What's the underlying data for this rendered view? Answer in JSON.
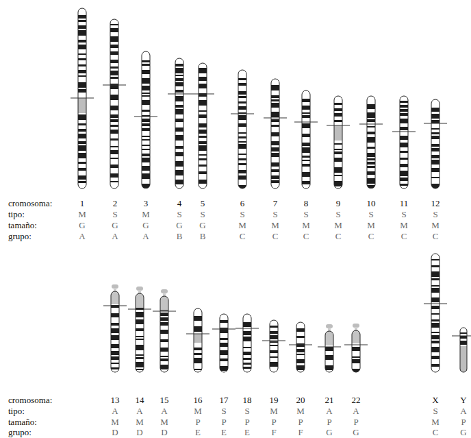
{
  "diagram": {
    "labels": [
      "cromosoma:",
      "1",
      "2",
      "3",
      "4",
      "5",
      "6",
      "7",
      "8",
      "9",
      "10",
      "11",
      "12",
      "tipo:",
      "M",
      "S",
      "M",
      "S",
      "S",
      "S",
      "S",
      "S",
      "S",
      "S",
      "S",
      "S",
      "tamaño:",
      "G",
      "G",
      "G",
      "G",
      "G",
      "M",
      "M",
      "M",
      "M",
      "M",
      "M",
      "M",
      "grupo:",
      "A",
      "A",
      "A",
      "B",
      "B",
      "C",
      "C",
      "C",
      "C",
      "C",
      "C",
      "C",
      "cromosoma:",
      "13",
      "14",
      "15",
      "16",
      "17",
      "18",
      "19",
      "20",
      "21",
      "22",
      "X",
      "Y",
      "tipo:",
      "A",
      "A",
      "A",
      "M",
      "S",
      "S",
      "M",
      "M",
      "A",
      "A",
      "S",
      "A",
      "tamaño:",
      "M",
      "M",
      "M",
      "P",
      "P",
      "P",
      "P",
      "P",
      "P",
      "P",
      "M",
      "P",
      "grupo:",
      "D",
      "D",
      "D",
      "E",
      "E",
      "E",
      "F",
      "F",
      "G",
      "G",
      "C",
      "G"
    ]
  }
}
